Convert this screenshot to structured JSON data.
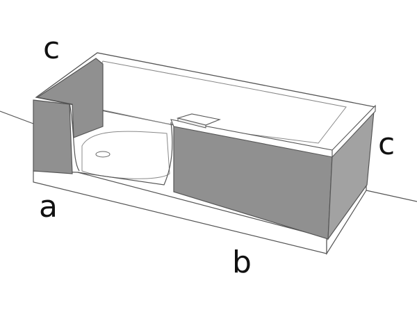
{
  "labels": {
    "top_left": "c",
    "right": "c",
    "front_left": "a",
    "front_bottom": "b"
  },
  "colors": {
    "panel_fill": "#909090",
    "panel_fill_light": "#a2a2a2",
    "outline": "#555555",
    "bath_fill": "#ffffff",
    "background": "#ffffff"
  }
}
